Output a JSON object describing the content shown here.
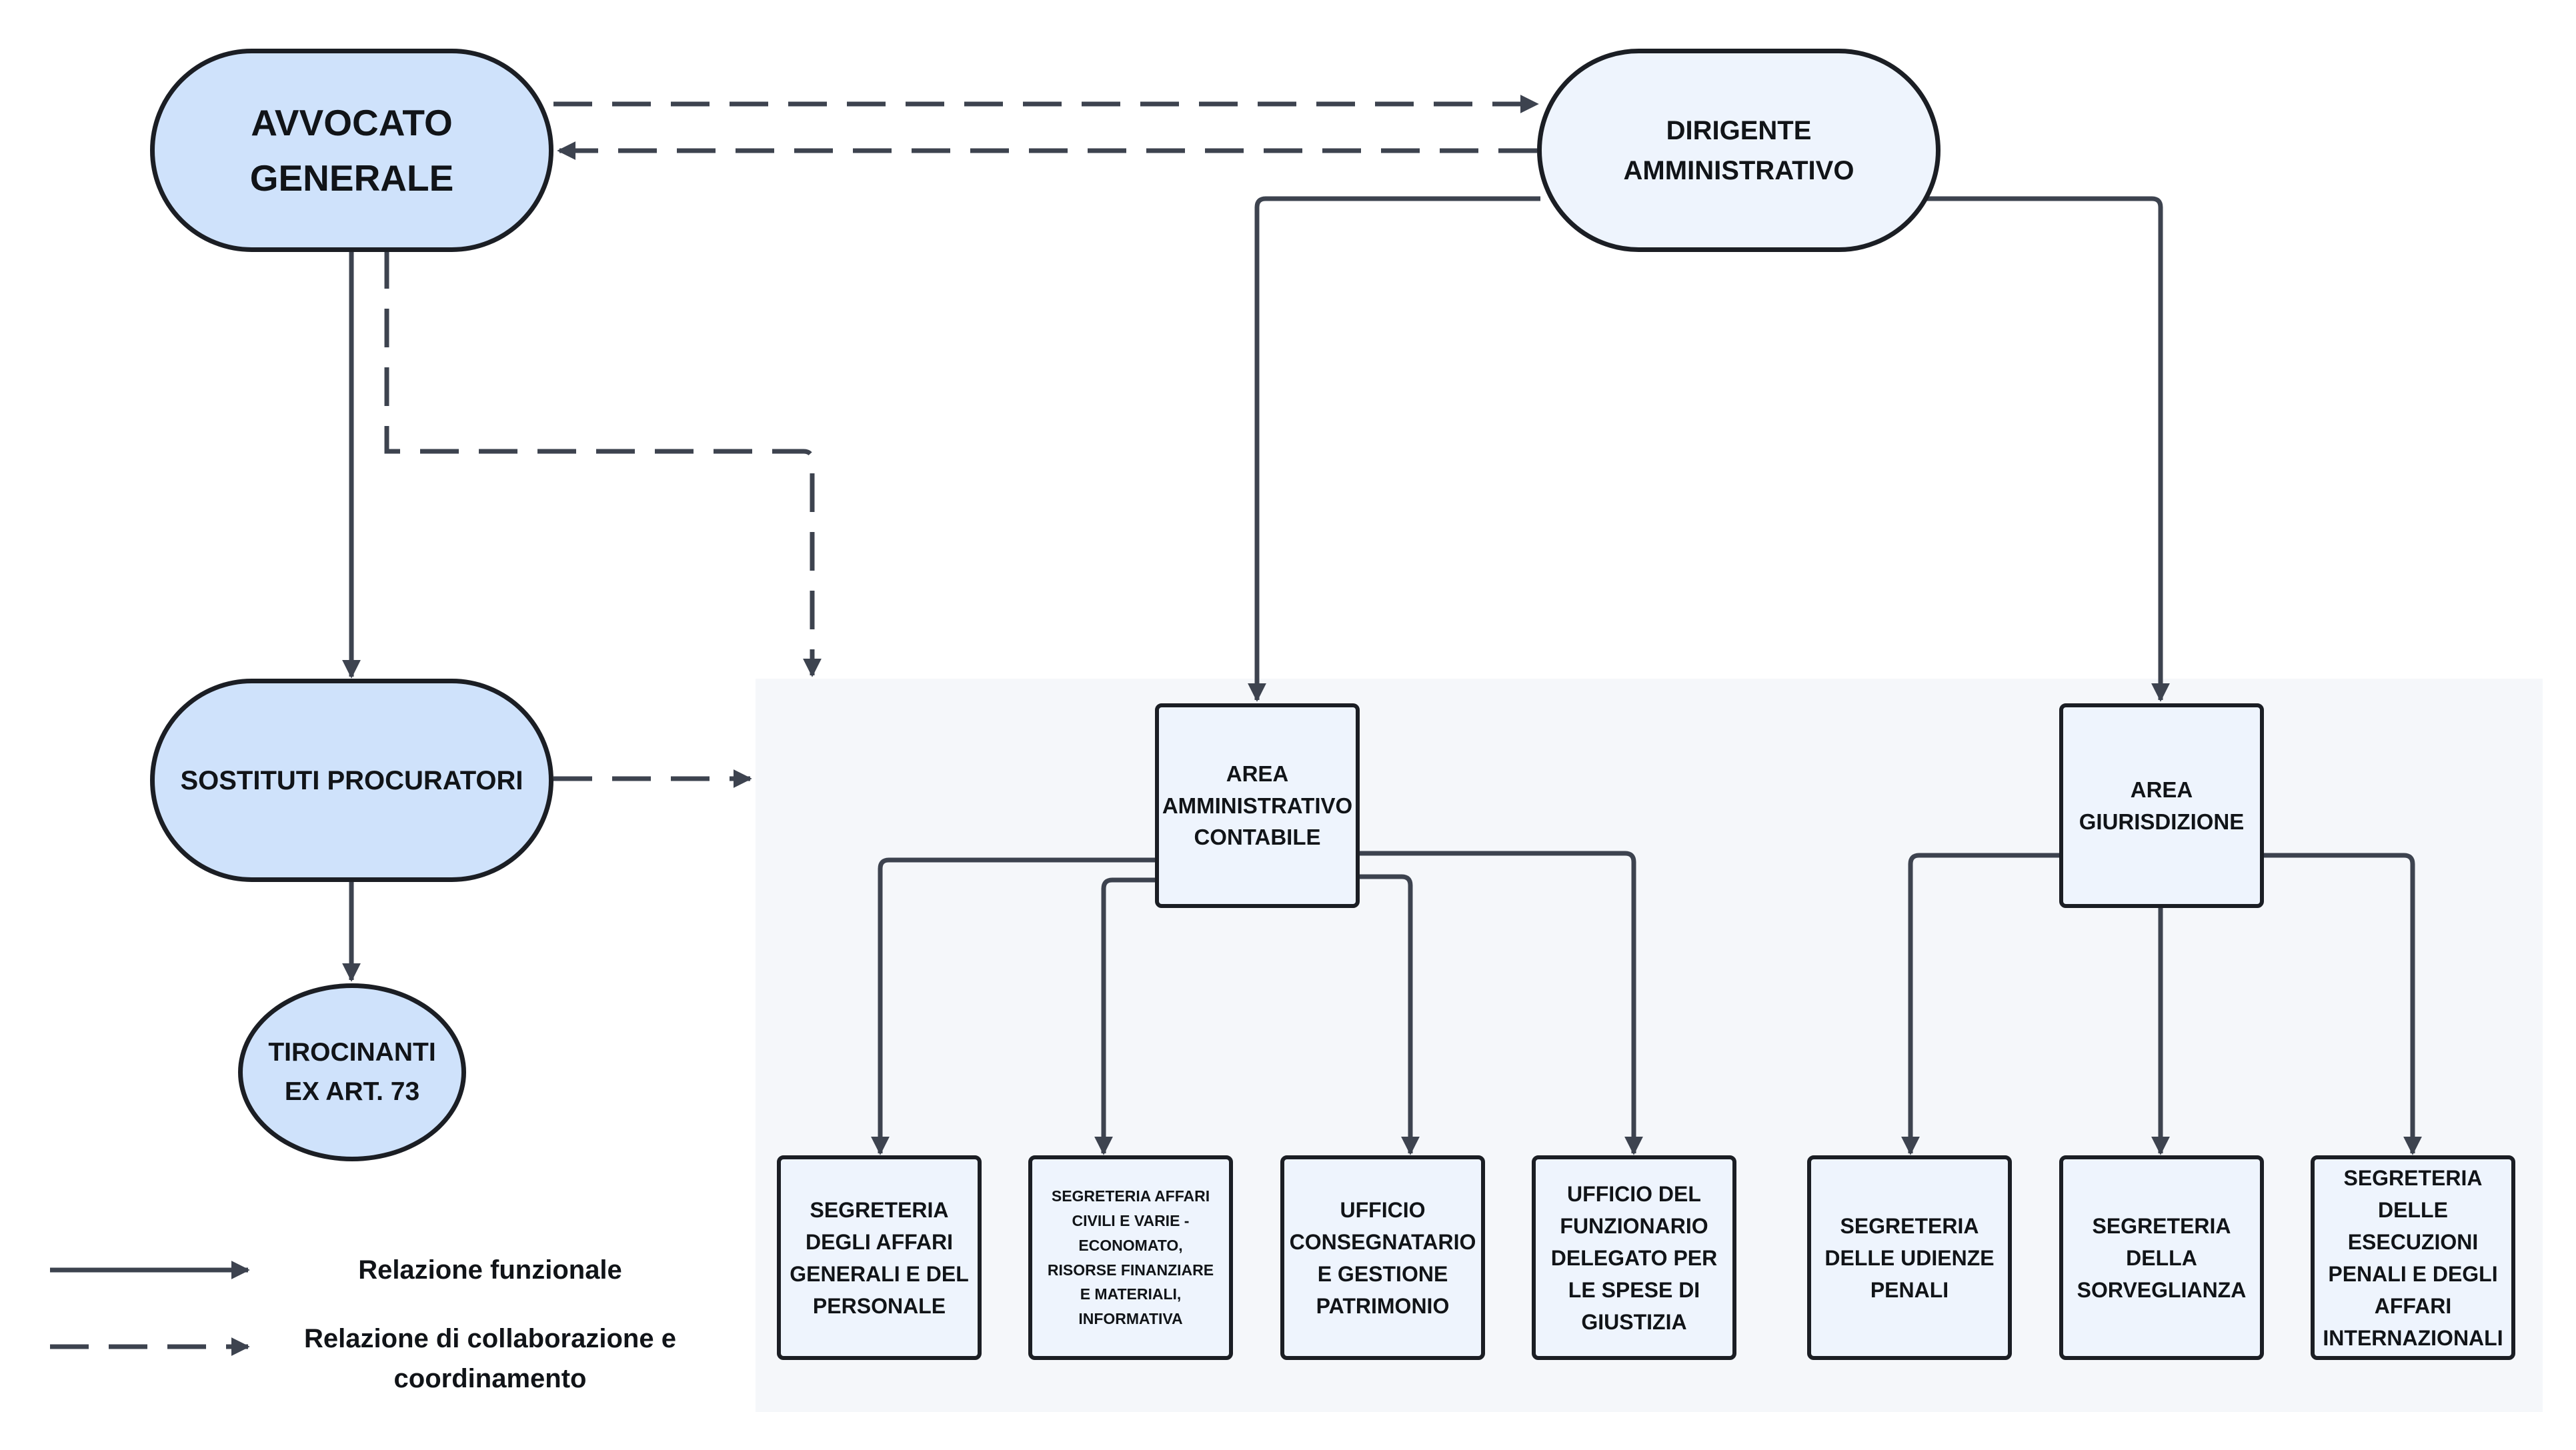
{
  "nodes": {
    "avvocato_generale": "AVVOCATO\nGENERALE",
    "dirigente_amministrativo": "DIRIGENTE\nAMMINISTRATIVO",
    "sostituti_procuratori": "SOSTITUTI PROCURATORI",
    "tirocinanti": "TIROCINANTI\nEX ART. 73",
    "area_amministrativo_contabile": "AREA\nAMMINISTRATIVO\nCONTABILE",
    "area_giurisdizione": "AREA\nGIURISDIZIONE",
    "segreteria_affari_generali": "SEGRETERIA\nDEGLI AFFARI\nGENERALI E DEL\nPERSONALE",
    "segreteria_affari_civili": "SEGRETERIA AFFARI\nCIVILI E VARIE -\nECONOMATO,\nRISORSE FINANZIARE\nE MATERIALI,\nINFORMATIVA",
    "ufficio_consegnatario": "UFFICIO\nCONSEGNATARIO\nE GESTIONE\nPATRIMONIO",
    "ufficio_funzionario_delegato": "UFFICIO DEL\nFUNZIONARIO\nDELEGATO PER\nLE SPESE DI\nGIUSTIZIA",
    "segreteria_udienze_penali": "SEGRETERIA\nDELLE UDIENZE\nPENALI",
    "segreteria_sorveglianza": "SEGRETERIA\nDELLA\nSORVEGLIANZA",
    "segreteria_esecuzioni": "SEGRETERIA\nDELLE\nESECUZIONI\nPENALI E DEGLI\nAFFARI\nINTERNAZIONALI"
  },
  "legend": {
    "functional": "Relazione funzionale",
    "collaboration": "Relazione di collaborazione e\ncoordinamento"
  },
  "colors": {
    "line": "#3d434f",
    "border": "#1b1e24",
    "node_blue": "#cfe2fb",
    "node_light": "#eef4fd",
    "area_background": "#f5f7fa"
  }
}
